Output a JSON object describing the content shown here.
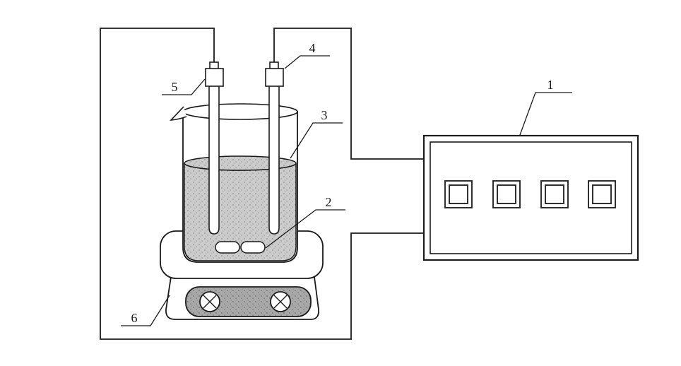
{
  "figure": {
    "type": "technical-apparatus-diagram",
    "labels": {
      "control_unit": "1",
      "stir_bar": "2",
      "solution": "3",
      "electrode_right": "4",
      "electrode_left": "5",
      "magnetic_stirrer": "6"
    },
    "colors": {
      "line": "#1a1a1a",
      "background": "#ffffff",
      "solution_fill": "#c9c9c9",
      "panel_fill": "#a8a8a8"
    }
  }
}
